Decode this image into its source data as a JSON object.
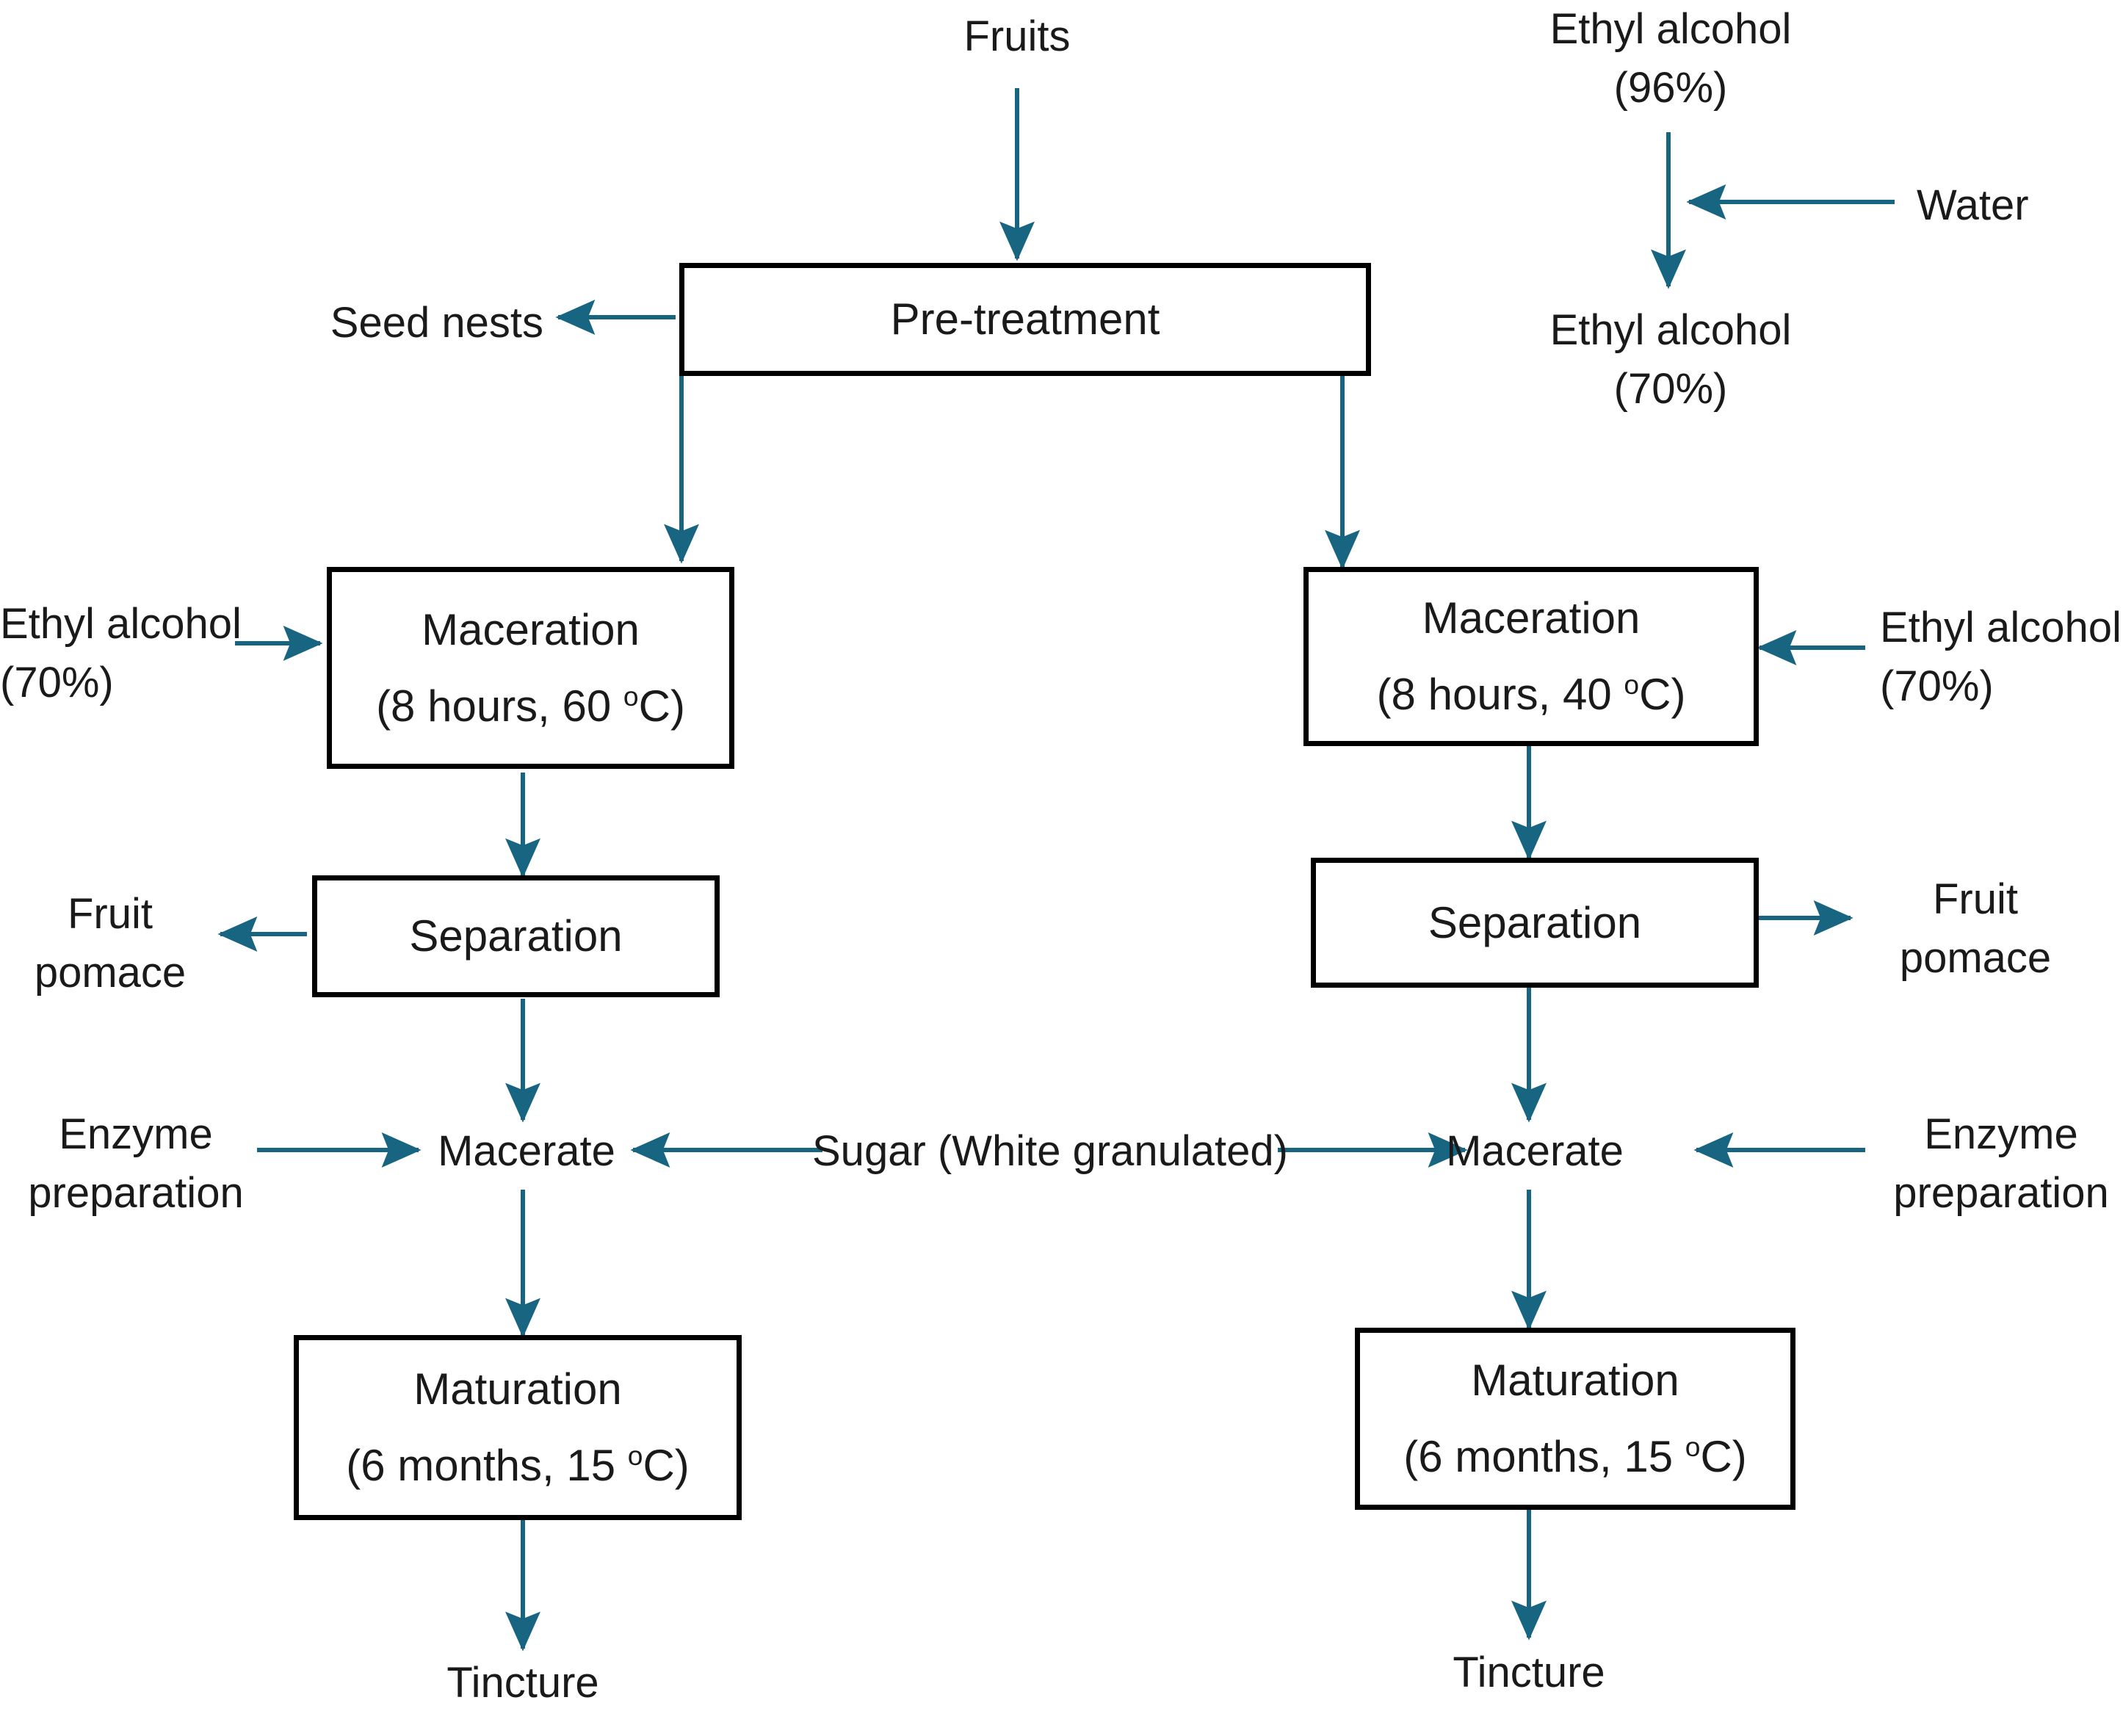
{
  "diagram": {
    "title": "Fruit tincture production process flow",
    "accent_color": "#176580",
    "box_border_color": "#000000",
    "text_color": "#1a1a1a",
    "background": "#ffffff"
  },
  "inputs": {
    "fruits": "Fruits",
    "ethanol96_line1": "Ethyl alcohol",
    "ethanol96_line2": "(96%)",
    "water": "Water",
    "ethanol70_line1": "Ethyl alcohol",
    "ethanol70_line2": "(70%)",
    "ethanol70_left_line1": "Ethyl alcohol",
    "ethanol70_left_line2": "(70%)",
    "ethanol70_right_line1": "Ethyl alcohol",
    "ethanol70_right_line2": "(70%)",
    "sugar": "Sugar (White granulated)",
    "enzyme_left_line1": "Enzyme",
    "enzyme_left_line2": "preparation",
    "enzyme_right_line1": "Enzyme",
    "enzyme_right_line2": "preparation"
  },
  "outputs": {
    "seed_nests": "Seed nests",
    "fruit_pomace_left_line1": "Fruit",
    "fruit_pomace_left_line2": "pomace",
    "fruit_pomace_right_line1": "Fruit",
    "fruit_pomace_right_line2": "pomace",
    "tincture_left": "Tincture",
    "tincture_right": "Tincture"
  },
  "process": {
    "pretreatment": "Pre-treatment",
    "left_branch": {
      "maceration_line1": "Maceration",
      "maceration_line2_a": "(8 hours, 60 ",
      "maceration_line2_deg": "o",
      "maceration_line2_b": "C)",
      "separation": "Separation",
      "macerate": "Macerate",
      "maturation_line1": "Maturation",
      "maturation_line2_a": "(6 months, 15 ",
      "maturation_line2_deg": "o",
      "maturation_line2_b": "C)"
    },
    "right_branch": {
      "maceration_line1": "Maceration",
      "maceration_line2_a": "(8 hours, 40 ",
      "maceration_line2_deg": "o",
      "maceration_line2_b": "C)",
      "separation": "Separation",
      "macerate": "Macerate",
      "maturation_line1": "Maturation",
      "maturation_line2_a": "(6 months, 15 ",
      "maturation_line2_deg": "o",
      "maturation_line2_b": "C)"
    }
  },
  "intermediate": {
    "ethanol70_result_line1": "Ethyl alcohol",
    "ethanol70_result_line2": "(70%)"
  }
}
